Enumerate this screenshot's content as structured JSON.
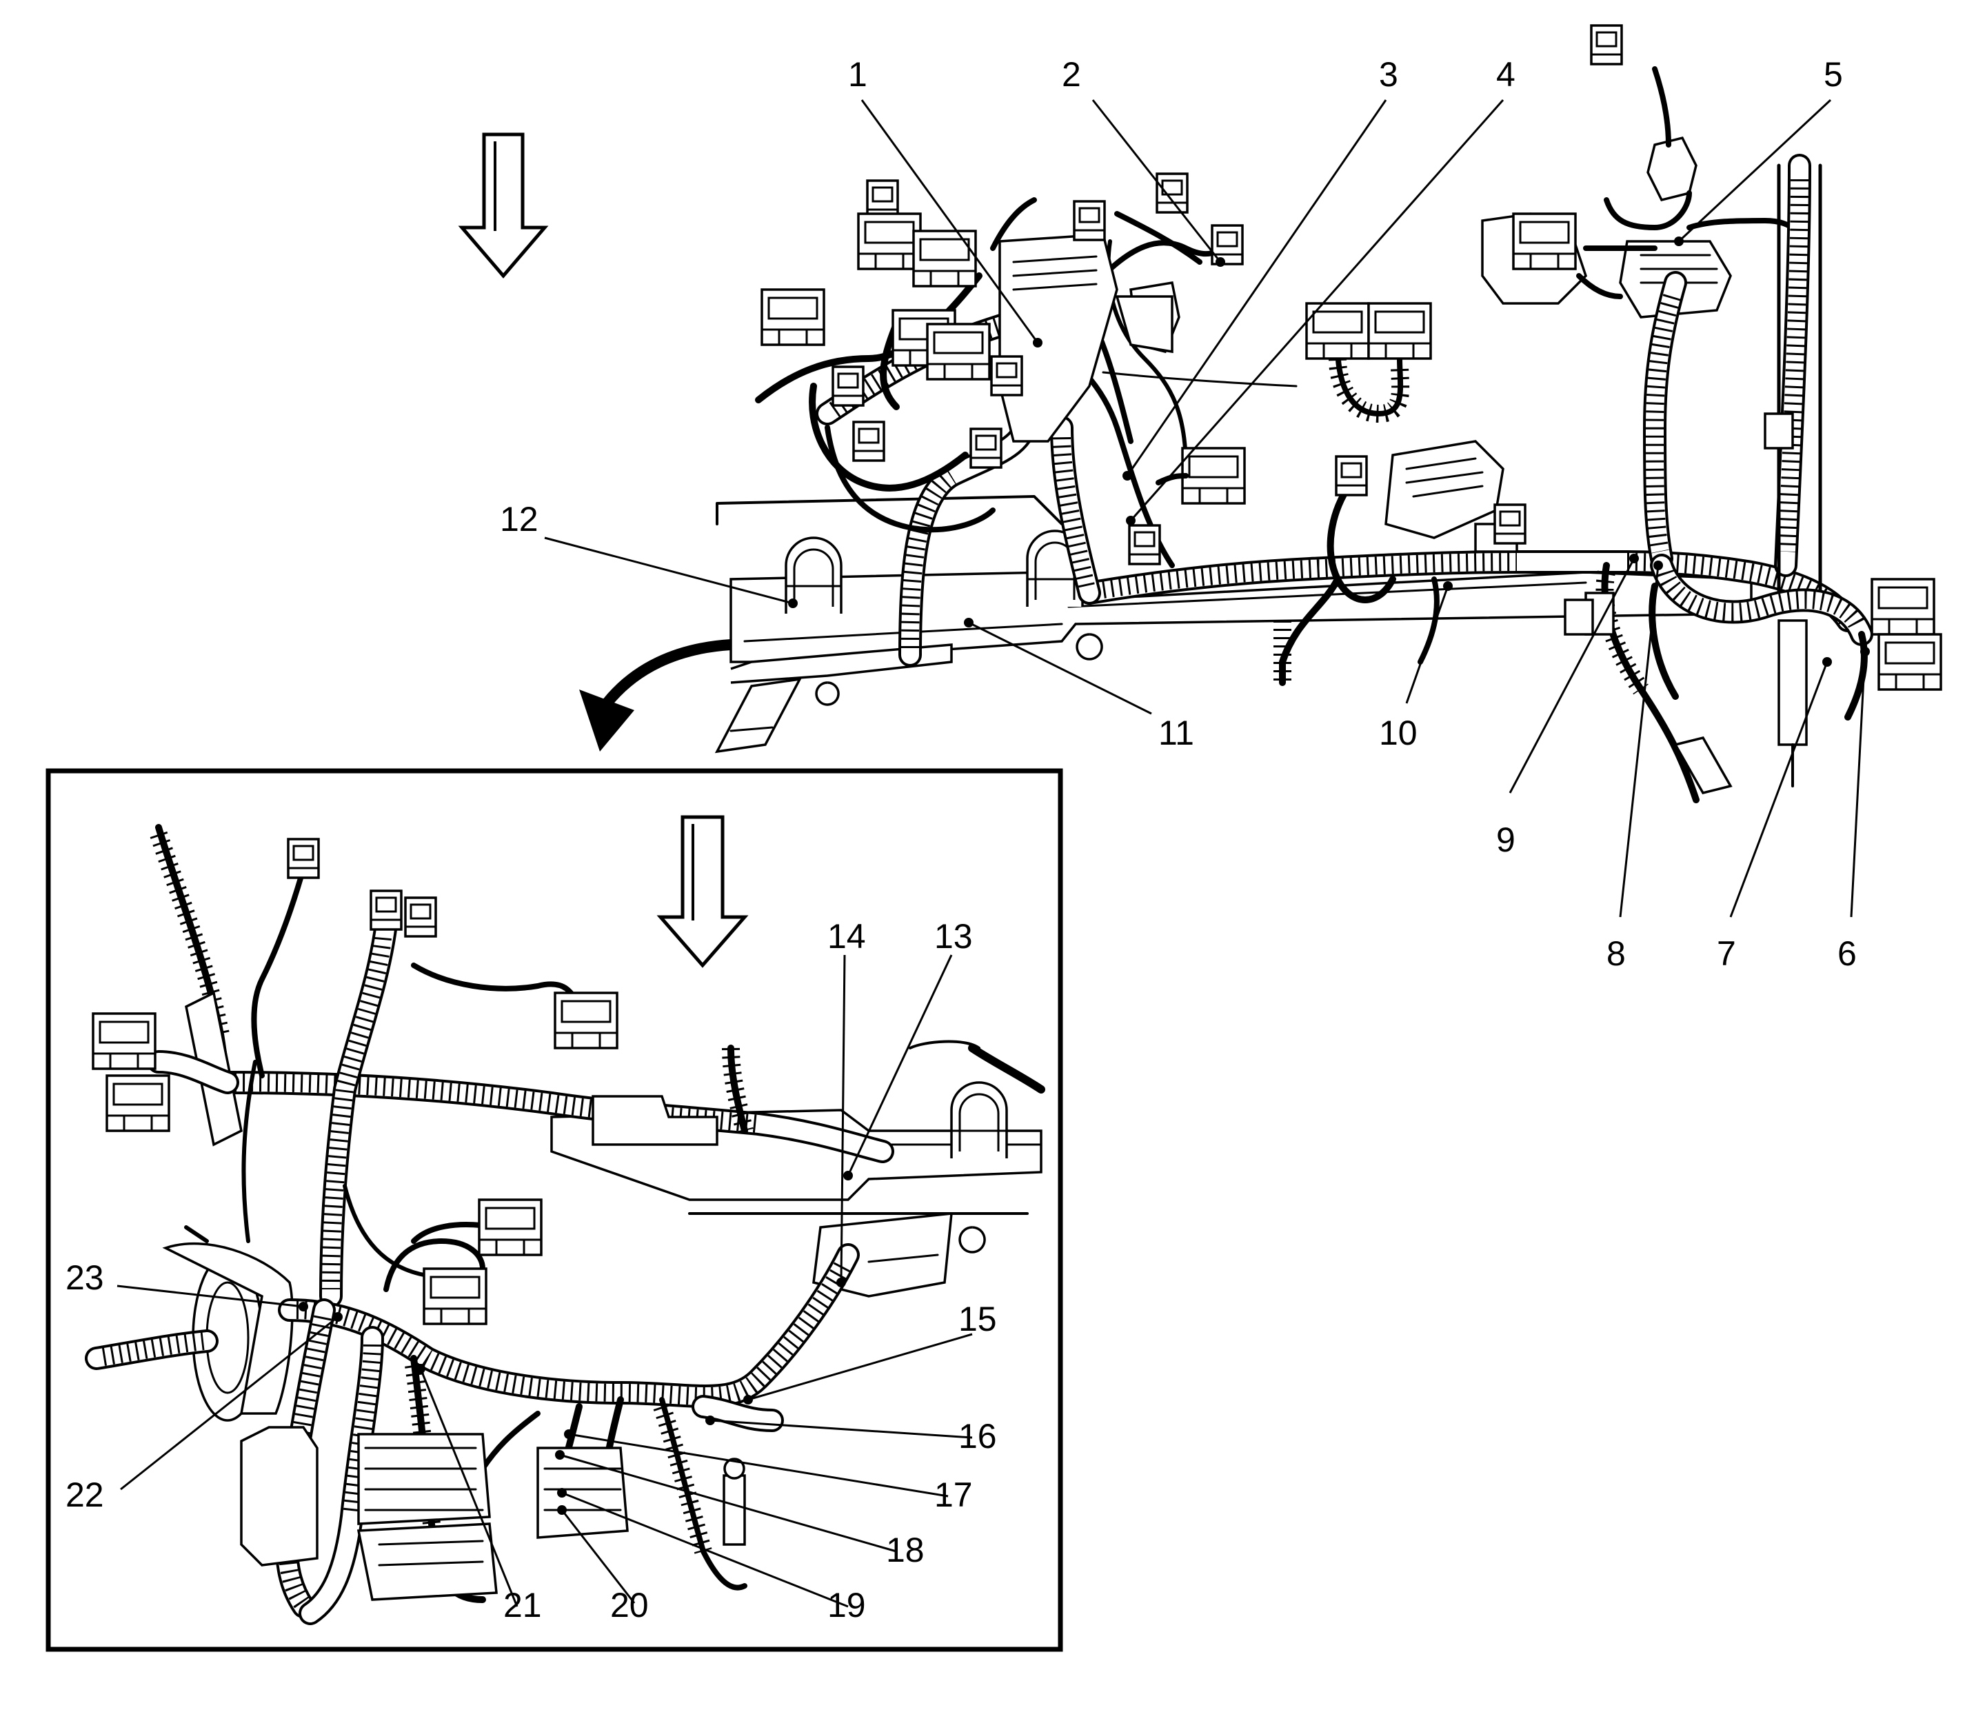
{
  "callouts": {
    "c1": "1",
    "c2": "2",
    "c3": "3",
    "c4": "4",
    "c5": "5",
    "c6": "6",
    "c7": "7",
    "c8": "8",
    "c9": "9",
    "c10": "10",
    "c11": "11",
    "c12": "12",
    "c13": "13",
    "c14": "14",
    "c15": "15",
    "c16": "16",
    "c17": "17",
    "c18": "18",
    "c19": "19",
    "c20": "20",
    "c21": "21",
    "c22": "22",
    "c23": "23"
  },
  "icons": {
    "direction_arrow_top": "down-arrow-icon",
    "direction_arrow_detail": "down-arrow-icon",
    "detail_pointer": "curved-arrow-icon"
  },
  "colors": {
    "line": "#000000",
    "background": "#ffffff"
  }
}
